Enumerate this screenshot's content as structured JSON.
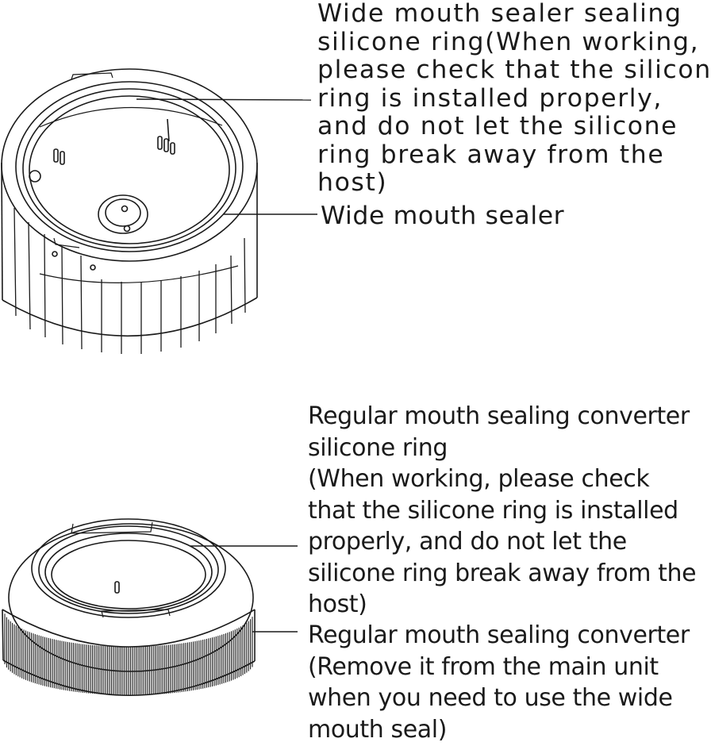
{
  "callouts": {
    "wide_ring": {
      "lines": [
        "Wide mouth sealer sealing",
        "silicone ring(When working,",
        "please check that the silicone",
        "ring is installed properly,",
        "and do not let the silicone",
        "ring break away from the",
        "host)"
      ]
    },
    "wide_sealer": {
      "lines": [
        "Wide mouth sealer"
      ]
    },
    "regular_ring": {
      "lines": [
        "Regular mouth sealing converter",
        "silicone ring",
        "(When working, please check",
        "that the silicone ring is installed",
        "properly, and do not let the",
        "silicone ring break away from the",
        "host)"
      ]
    },
    "regular_converter": {
      "lines": [
        "Regular mouth sealing converter",
        "(Remove it from the main unit",
        "when you need to use the wide",
        "mouth seal)"
      ]
    }
  },
  "colors": {
    "ink": "#1a1a1a",
    "background": "#ffffff"
  }
}
